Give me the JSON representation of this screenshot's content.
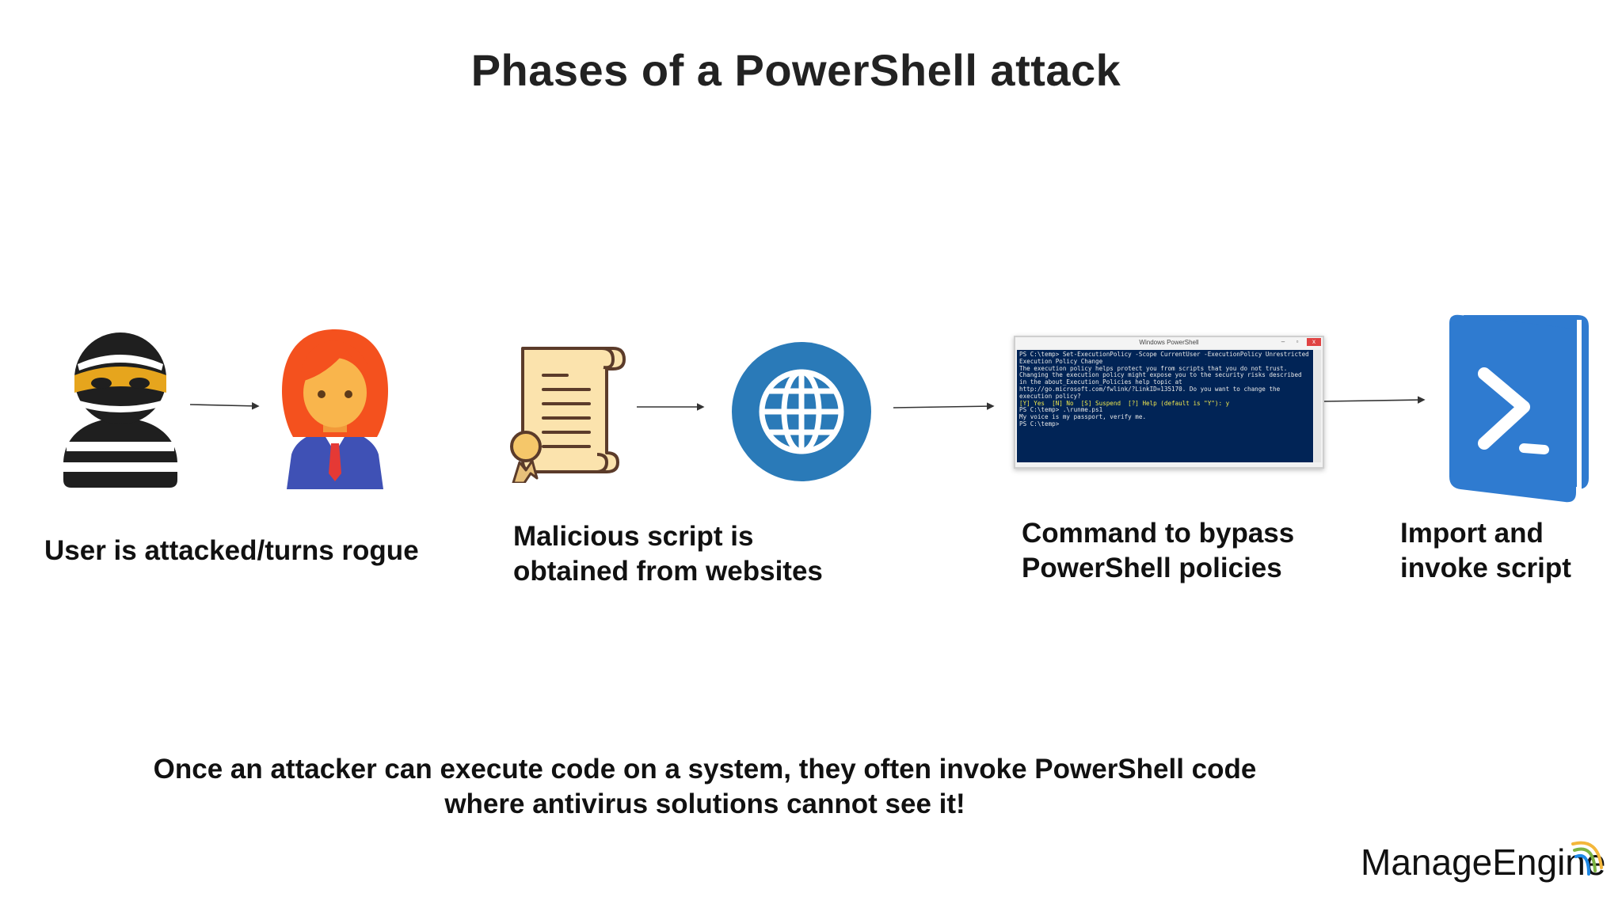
{
  "title": "Phases of a PowerShell attack",
  "steps": [
    {
      "label_lines": [
        "User is attacked/turns rogue"
      ],
      "icons": [
        "burglar-icon",
        "user-icon"
      ]
    },
    {
      "label_lines": [
        "Malicious script is",
        "obtained from websites"
      ],
      "icons": [
        "script-scroll-icon",
        "globe-icon"
      ]
    },
    {
      "label_lines": [
        "Command to bypass",
        "PowerShell policies"
      ],
      "icons": [
        "powershell-terminal-window"
      ]
    },
    {
      "label_lines": [
        "Import and",
        "invoke script"
      ],
      "icons": [
        "powershell-icon"
      ]
    }
  ],
  "terminal": {
    "window_title": "Windows PowerShell",
    "buttons": [
      "–",
      "▫",
      "x"
    ],
    "lines": [
      "PS C:\\temp> Set-ExecutionPolicy -Scope CurrentUser -ExecutionPolicy Unrestricted",
      "",
      "Execution Policy Change",
      "The execution policy helps protect you from scripts that you do not trust.",
      "Changing the execution policy might expose you to the security risks described",
      "in the about_Execution_Policies help topic at",
      "http://go.microsoft.com/fwlink/?LinkID=135170. Do you want to change the",
      "execution policy?",
      "[Y] Yes  [N] No  [S] Suspend  [?] Help (default is \"Y\"): y",
      "PS C:\\temp> .\\runme.ps1",
      "My voice is my passport, verify me.",
      "PS C:\\temp>"
    ]
  },
  "footnote_lines": [
    "Once an attacker can execute code on a system, they often invoke PowerShell code",
    "where antivirus solutions cannot see it!"
  ],
  "brand": "ManageEngine",
  "colors": {
    "globe_blue": "#2a7ab8",
    "powershell_blue": "#2f7bd0",
    "hair_orange": "#f4511e",
    "suit_blue": "#3f51b5",
    "skin": "#f9b54c",
    "terminal_bg": "#012456"
  }
}
